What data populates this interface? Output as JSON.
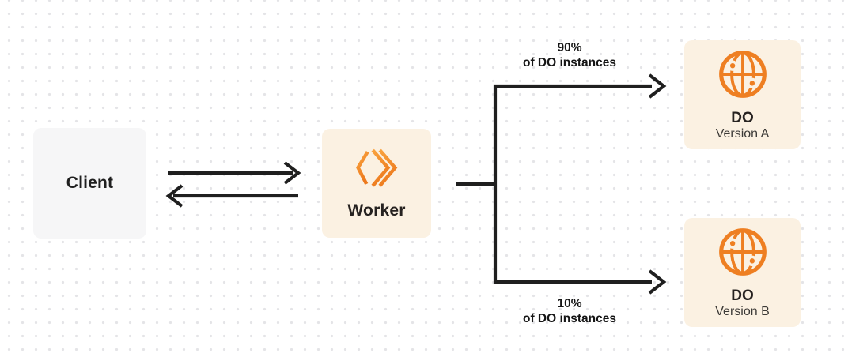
{
  "nodes": {
    "client": {
      "label": "Client"
    },
    "worker": {
      "label": "Worker"
    },
    "do_version_a": {
      "title": "DO",
      "subtitle": "Version A"
    },
    "do_version_b": {
      "title": "DO",
      "subtitle": "Version B"
    }
  },
  "edges": {
    "client_worker": {
      "type": "bidirectional-arrows"
    },
    "top_branch": {
      "percent": "90%",
      "caption": "of DO instances"
    },
    "bottom_branch": {
      "percent": "10%",
      "caption": "of DO instances"
    }
  },
  "icons": {
    "worker": "workers-chevrons-icon",
    "do": "globe-network-icon"
  },
  "colors": {
    "ink": "#1f1f1f",
    "orange": "#ee7f22",
    "orange_light": "#f9a33f",
    "orange_deep": "#ed7a1d",
    "cream": "#fbf1e2",
    "light_gray": "#f6f6f7",
    "dot": "#e4e4e7",
    "subtle_text": "#3c3a37"
  }
}
